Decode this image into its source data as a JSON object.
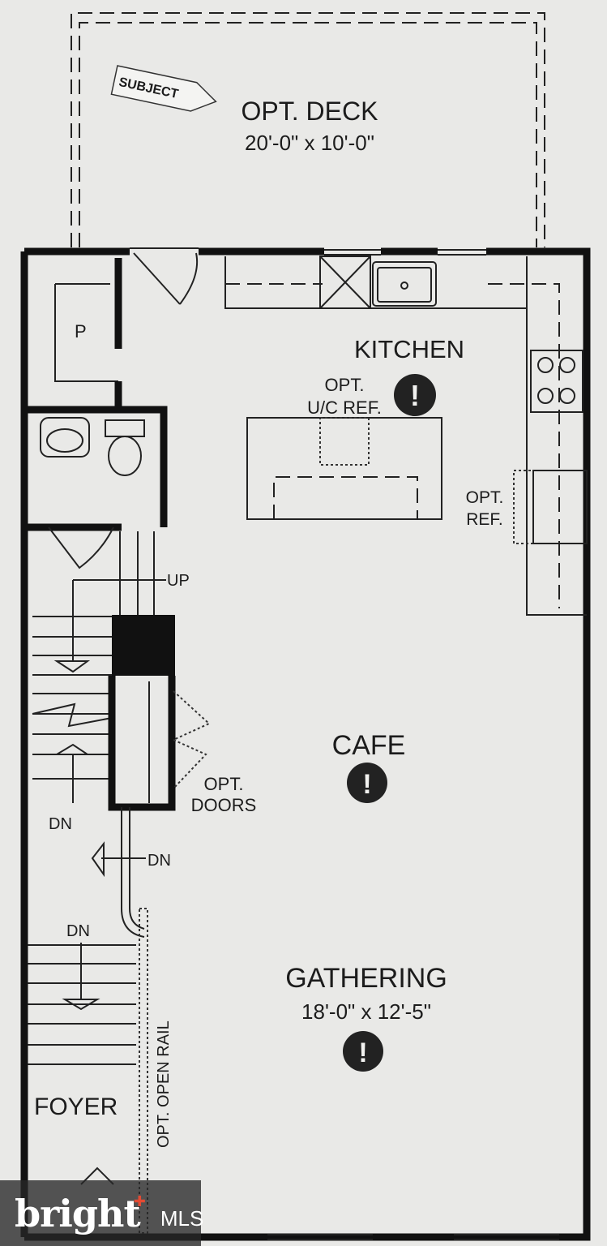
{
  "plan": {
    "deck": {
      "title": "OPT. DECK",
      "size": "20'-0\" x 10'-0\""
    },
    "subject_tag": "SUBJECT",
    "kitchen": {
      "title": "KITCHEN"
    },
    "opt_uc_ref": {
      "line1": "OPT.",
      "line2": "U/C REF."
    },
    "opt_ref": {
      "line1": "OPT.",
      "line2": "REF."
    },
    "pantry": "P",
    "stair_up": "UP",
    "stair_dn_1": "DN",
    "stair_dn_2": "DN",
    "stair_dn_3": "DN",
    "opt_doors": {
      "line1": "OPT.",
      "line2": "DOORS"
    },
    "cafe": {
      "title": "CAFE"
    },
    "gathering": {
      "title": "GATHERING",
      "size": "18'-0\" x 12'-5\""
    },
    "open_rail": "OPT. OPEN RAIL",
    "foyer": "FOYER",
    "badge_mark": "!"
  },
  "watermark": {
    "brand": "bright",
    "suffix": "MLS"
  }
}
